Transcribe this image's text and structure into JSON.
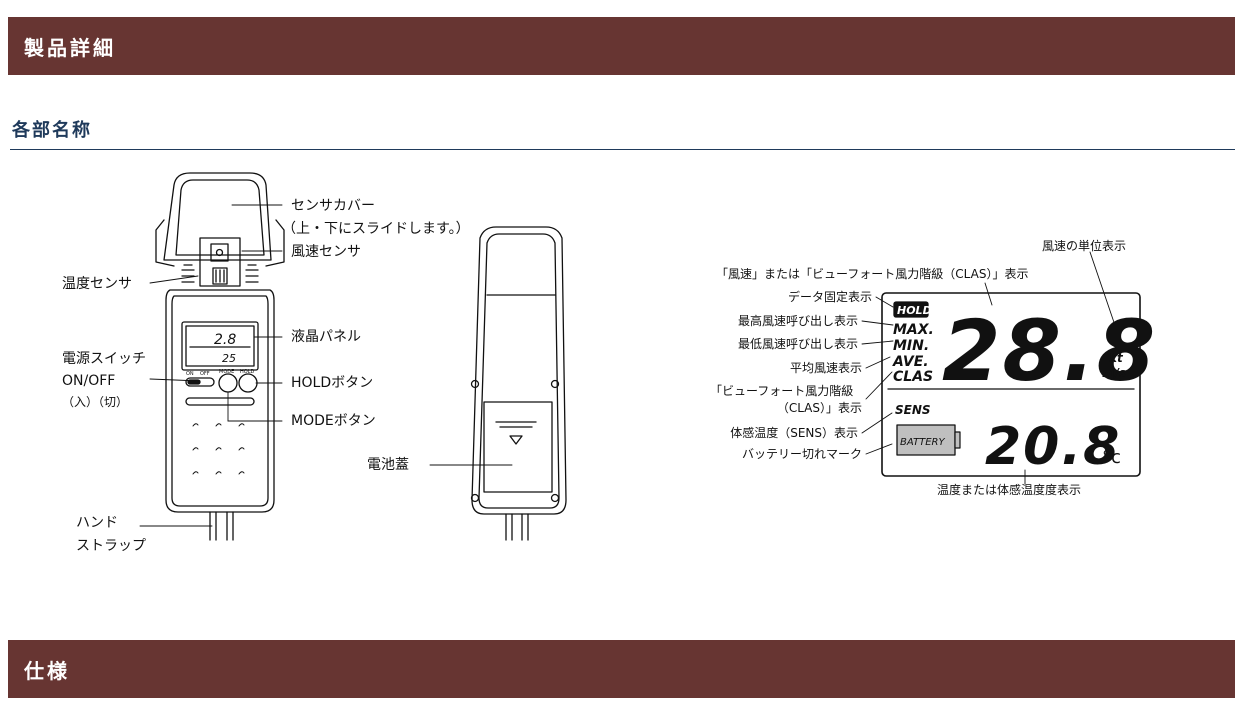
{
  "banners": {
    "product_details": "製品詳細",
    "specs": "仕様"
  },
  "section": {
    "parts_names": "各部名称"
  },
  "device_labels": {
    "sensor_cover": "センサカバー",
    "sensor_cover_note": "（上・下にスライドします。）",
    "wind_sensor": "風速センサ",
    "temp_sensor": "温度センサ",
    "lcd_panel": "液晶パネル",
    "power_switch": "電源スイッチ",
    "on_off": "ON/OFF",
    "on_off_note": "（入）（切）",
    "hold_button": "HOLDボタン",
    "mode_button": "MODEボタン",
    "hand_strap_1": "ハンド",
    "hand_strap_2": "ストラップ",
    "battery_cover": "電池蓋",
    "btn_on": "ON",
    "btn_off": "OFF",
    "btn_mode": "MODE",
    "btn_hold": "HOLD",
    "mini_lcd_main": "2.8",
    "mini_lcd_sub": "25"
  },
  "lcd_labels": {
    "wind_unit": "風速の単位表示",
    "wind_or_beaufort": "「風速」または「ビューフォート風力階級（CLAS）」表示",
    "data_hold": "データ固定表示",
    "max_recall": "最高風速呼び出し表示",
    "min_recall": "最低風速呼び出し表示",
    "avg_wind": "平均風速表示",
    "beaufort_1": "「ビューフォート風力階級",
    "beaufort_2": "（CLAS）」表示",
    "feels_like": "体感温度（SENS）表示",
    "battery_mark": "バッテリー切れマーク",
    "temp_display": "温度または体感温度度表示"
  },
  "lcd": {
    "hold": "HOLD",
    "max": "MAX.",
    "min": "MIN.",
    "ave": "AVE.",
    "clas": "CLAS",
    "sens": "SENS",
    "battery": "BATTERY",
    "wind_value": "28.8",
    "unit_kt": "kt",
    "unit_ms": "m/s",
    "temp_value": "20.8",
    "temp_unit": "°c"
  }
}
